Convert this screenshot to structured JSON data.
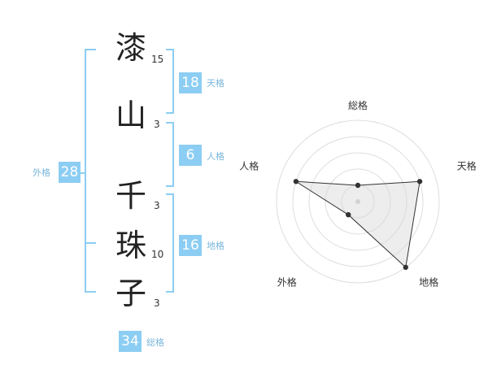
{
  "name": {
    "chars": [
      {
        "char": "漆",
        "strokes": "15"
      },
      {
        "char": "山",
        "strokes": "3"
      },
      {
        "char": "千",
        "strokes": "3"
      },
      {
        "char": "珠",
        "strokes": "10"
      },
      {
        "char": "子",
        "strokes": "3"
      }
    ]
  },
  "scores": {
    "tenkaku": {
      "value": "18",
      "label": "天格"
    },
    "jinkaku": {
      "value": "6",
      "label": "人格"
    },
    "chikaku": {
      "value": "16",
      "label": "地格"
    },
    "gaikaku": {
      "value": "28",
      "label": "外格"
    },
    "soukaku": {
      "value": "34",
      "label": "総格"
    }
  },
  "colors": {
    "accent": "#8ccdf3",
    "label": "#7ab6dc"
  },
  "chart_data": {
    "type": "radar",
    "axes": [
      "総格",
      "天格",
      "地格",
      "外格",
      "人格"
    ],
    "values": [
      1,
      4,
      5,
      1,
      4
    ],
    "rmax": 5
  }
}
